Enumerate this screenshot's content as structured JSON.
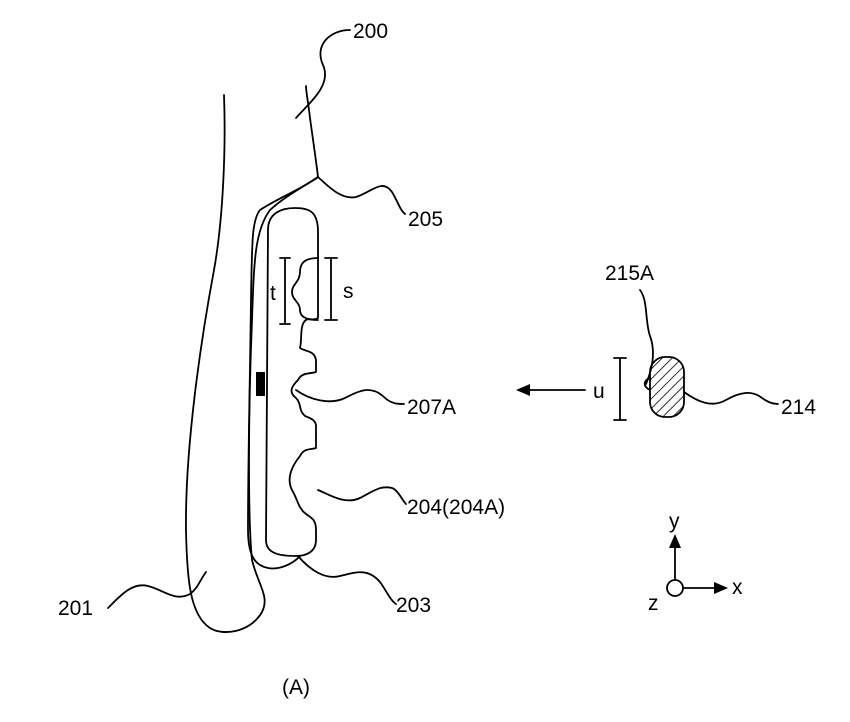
{
  "labels": {
    "ref_200": "200",
    "ref_205": "205",
    "ref_215A": "215A",
    "ref_207A": "207A",
    "ref_214": "214",
    "ref_204": "204(204A)",
    "ref_201": "201",
    "ref_203": "203",
    "dim_t": "t",
    "dim_s": "s",
    "dim_u": "u",
    "axis_y": "y",
    "axis_x": "x",
    "axis_z": "z",
    "figure_caption": "(A)"
  },
  "colors": {
    "line": "#000000",
    "background": "#ffffff"
  }
}
